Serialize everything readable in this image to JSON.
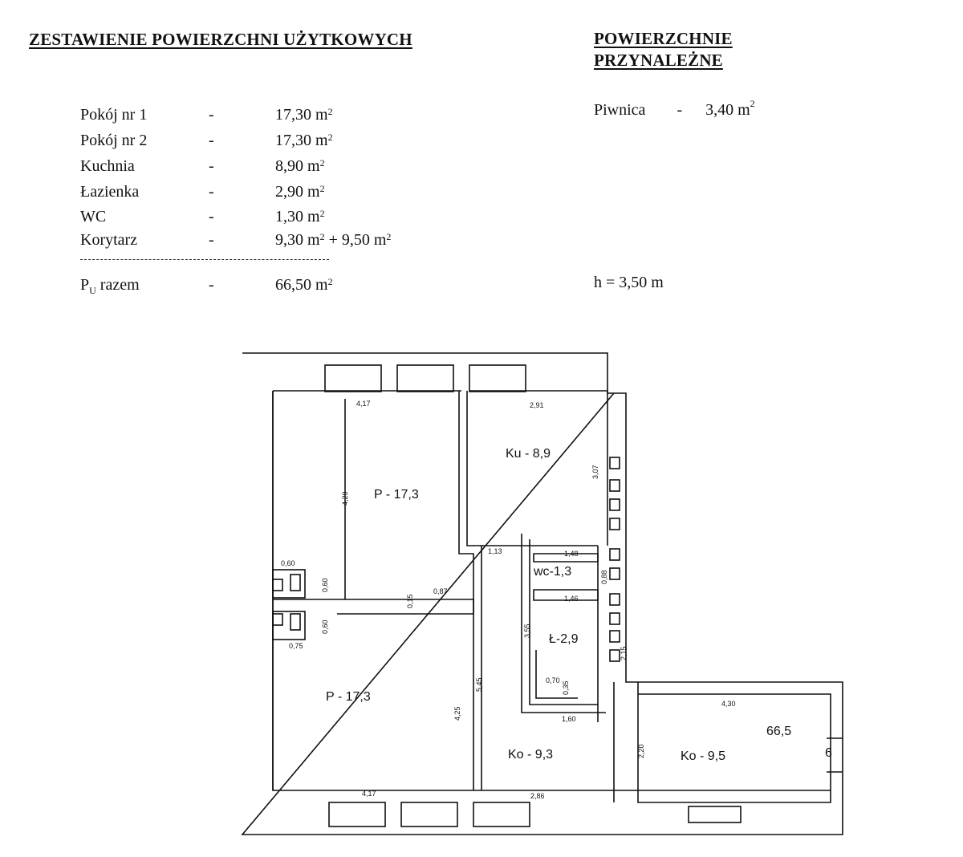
{
  "headings": {
    "usable": "ZESTAWIENIE POWIERZCHNI UŻYTKOWYCH",
    "ancillary": "POWIERZCHNIE PRZYNALEŻNE"
  },
  "rooms": [
    {
      "name": "Pokój nr 1",
      "dash": "-",
      "value": "17,30 m",
      "sup": "2",
      "extra": ""
    },
    {
      "name": "Pokój nr 2",
      "dash": "-",
      "value": "17,30 m",
      "sup": "2",
      "extra": ""
    },
    {
      "name": "Kuchnia",
      "dash": "-",
      "value": "8,90 m",
      "sup": "2",
      "extra": ""
    },
    {
      "name": "Łazienka",
      "dash": "-",
      "value": "2,90 m",
      "sup": "2",
      "extra": ""
    },
    {
      "name": "WC",
      "dash": "-",
      "value": "1,30 m",
      "sup": "2",
      "extra": ""
    },
    {
      "name": "Korytarz",
      "dash": "-",
      "value": "9,30 m",
      "sup": "2",
      "extra": " + 9,50 m",
      "extra_sup": "2"
    }
  ],
  "total": {
    "name": "P",
    "name_sub": "U",
    "name_rest": " razem",
    "dash": "-",
    "value": "66,50 m",
    "sup": "2"
  },
  "ancillary": {
    "name": "Piwnica",
    "dash": "-",
    "value": "3,40 m",
    "sup": "2"
  },
  "height": "h =  3,50 m",
  "plan": {
    "room_labels": {
      "room1": "P - 17,3",
      "room2": "P - 17,3",
      "kitchen": "Ku - 8,9",
      "wc": "wc-1,3",
      "bath": "Ł-2,9",
      "corridor1": "Ko - 9,3",
      "corridor2": "Ko - 9,5",
      "total": "66,5",
      "page_num": "6"
    },
    "dimensions": {
      "room1_top": "4,17",
      "kitchen_top": "2,91",
      "kitchen_side": "3,07",
      "room1_side": "4,29",
      "passage": "1,13",
      "wc_top": "1,48",
      "wc_side": "0,88",
      "bath_top": "1,46",
      "bath_side": "3,55",
      "riser_right": "2,15",
      "vent_a_w": "0,60",
      "vent_a_h": "0,60",
      "vent_b_h": "0,60",
      "vent_b_w": "0,75",
      "step_h": "0,15",
      "step_w": "0,87",
      "corridor_side": "5,45",
      "room2_side": "4,25",
      "niche_w": "0,70",
      "niche_h": "0,35",
      "bath_bottom": "1,60",
      "room2_bottom": "4,17",
      "corridor_bottom": "2,86",
      "corridor2_top": "4,30",
      "corridor2_side": "2,20"
    }
  }
}
